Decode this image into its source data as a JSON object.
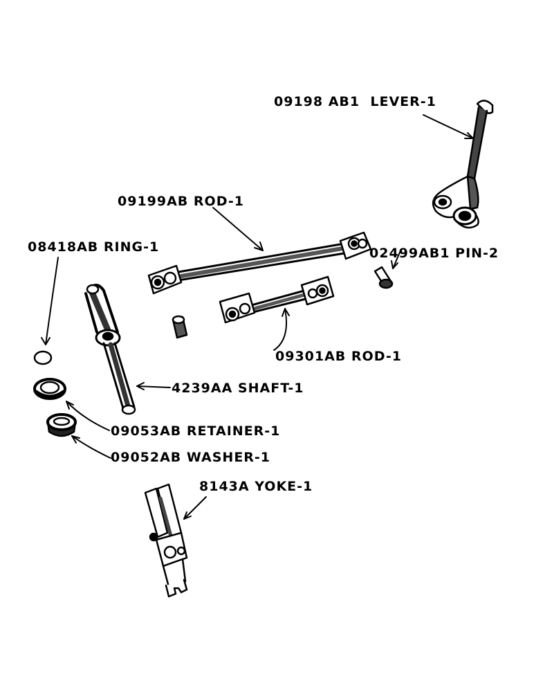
{
  "parts": [
    {
      "id": "lever",
      "number": "09198 AB1",
      "name": "LEVER-1"
    },
    {
      "id": "rod_long",
      "number": "09199AB",
      "name": "ROD-1"
    },
    {
      "id": "ring",
      "number": "08418AB",
      "name": "RING-1"
    },
    {
      "id": "pin",
      "number": "02499AB1",
      "name": "PIN-2"
    },
    {
      "id": "rod_short",
      "number": "09301AB",
      "name": "ROD-1"
    },
    {
      "id": "shaft",
      "number": "4239AA",
      "name": "SHAFT-1"
    },
    {
      "id": "retainer",
      "number": "09053AB",
      "name": "RETAINER-1"
    },
    {
      "id": "washer",
      "number": "09052AB",
      "name": "WASHER-1"
    },
    {
      "id": "yoke",
      "number": "8143A",
      "name": "YOKE-1"
    }
  ],
  "colors": {
    "ink": "#000000",
    "paper": "#ffffff"
  }
}
